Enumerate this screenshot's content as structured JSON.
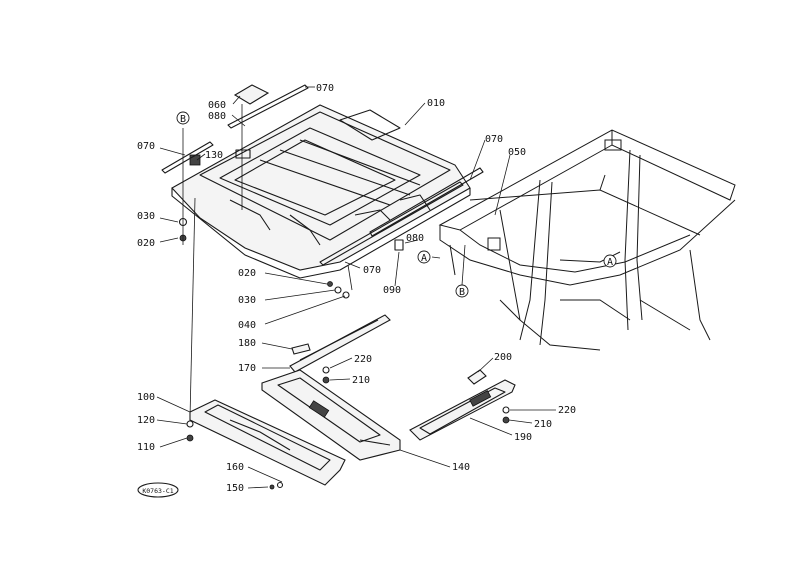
{
  "labels": {
    "p070a": "070",
    "p060": "060",
    "p080a": "080",
    "p010": "010",
    "pB1": "B",
    "p070b": "070",
    "p130": "130",
    "p070c": "070",
    "p050": "050",
    "p030a": "030",
    "p020a": "020",
    "p080b": "080",
    "pA1": "A",
    "p070d": "070",
    "p090": "090",
    "pB2": "B",
    "pA2": "A",
    "p020b": "020",
    "p030b": "030",
    "p040": "040",
    "p180": "180",
    "p220a": "220",
    "p170": "170",
    "p210a": "210",
    "p200": "200",
    "p100": "100",
    "p120": "120",
    "p220b": "220",
    "p210b": "210",
    "p190": "190",
    "p110": "110",
    "p140": "140",
    "p160": "160",
    "p150": "150"
  },
  "drawing_code": "K0763-C1"
}
